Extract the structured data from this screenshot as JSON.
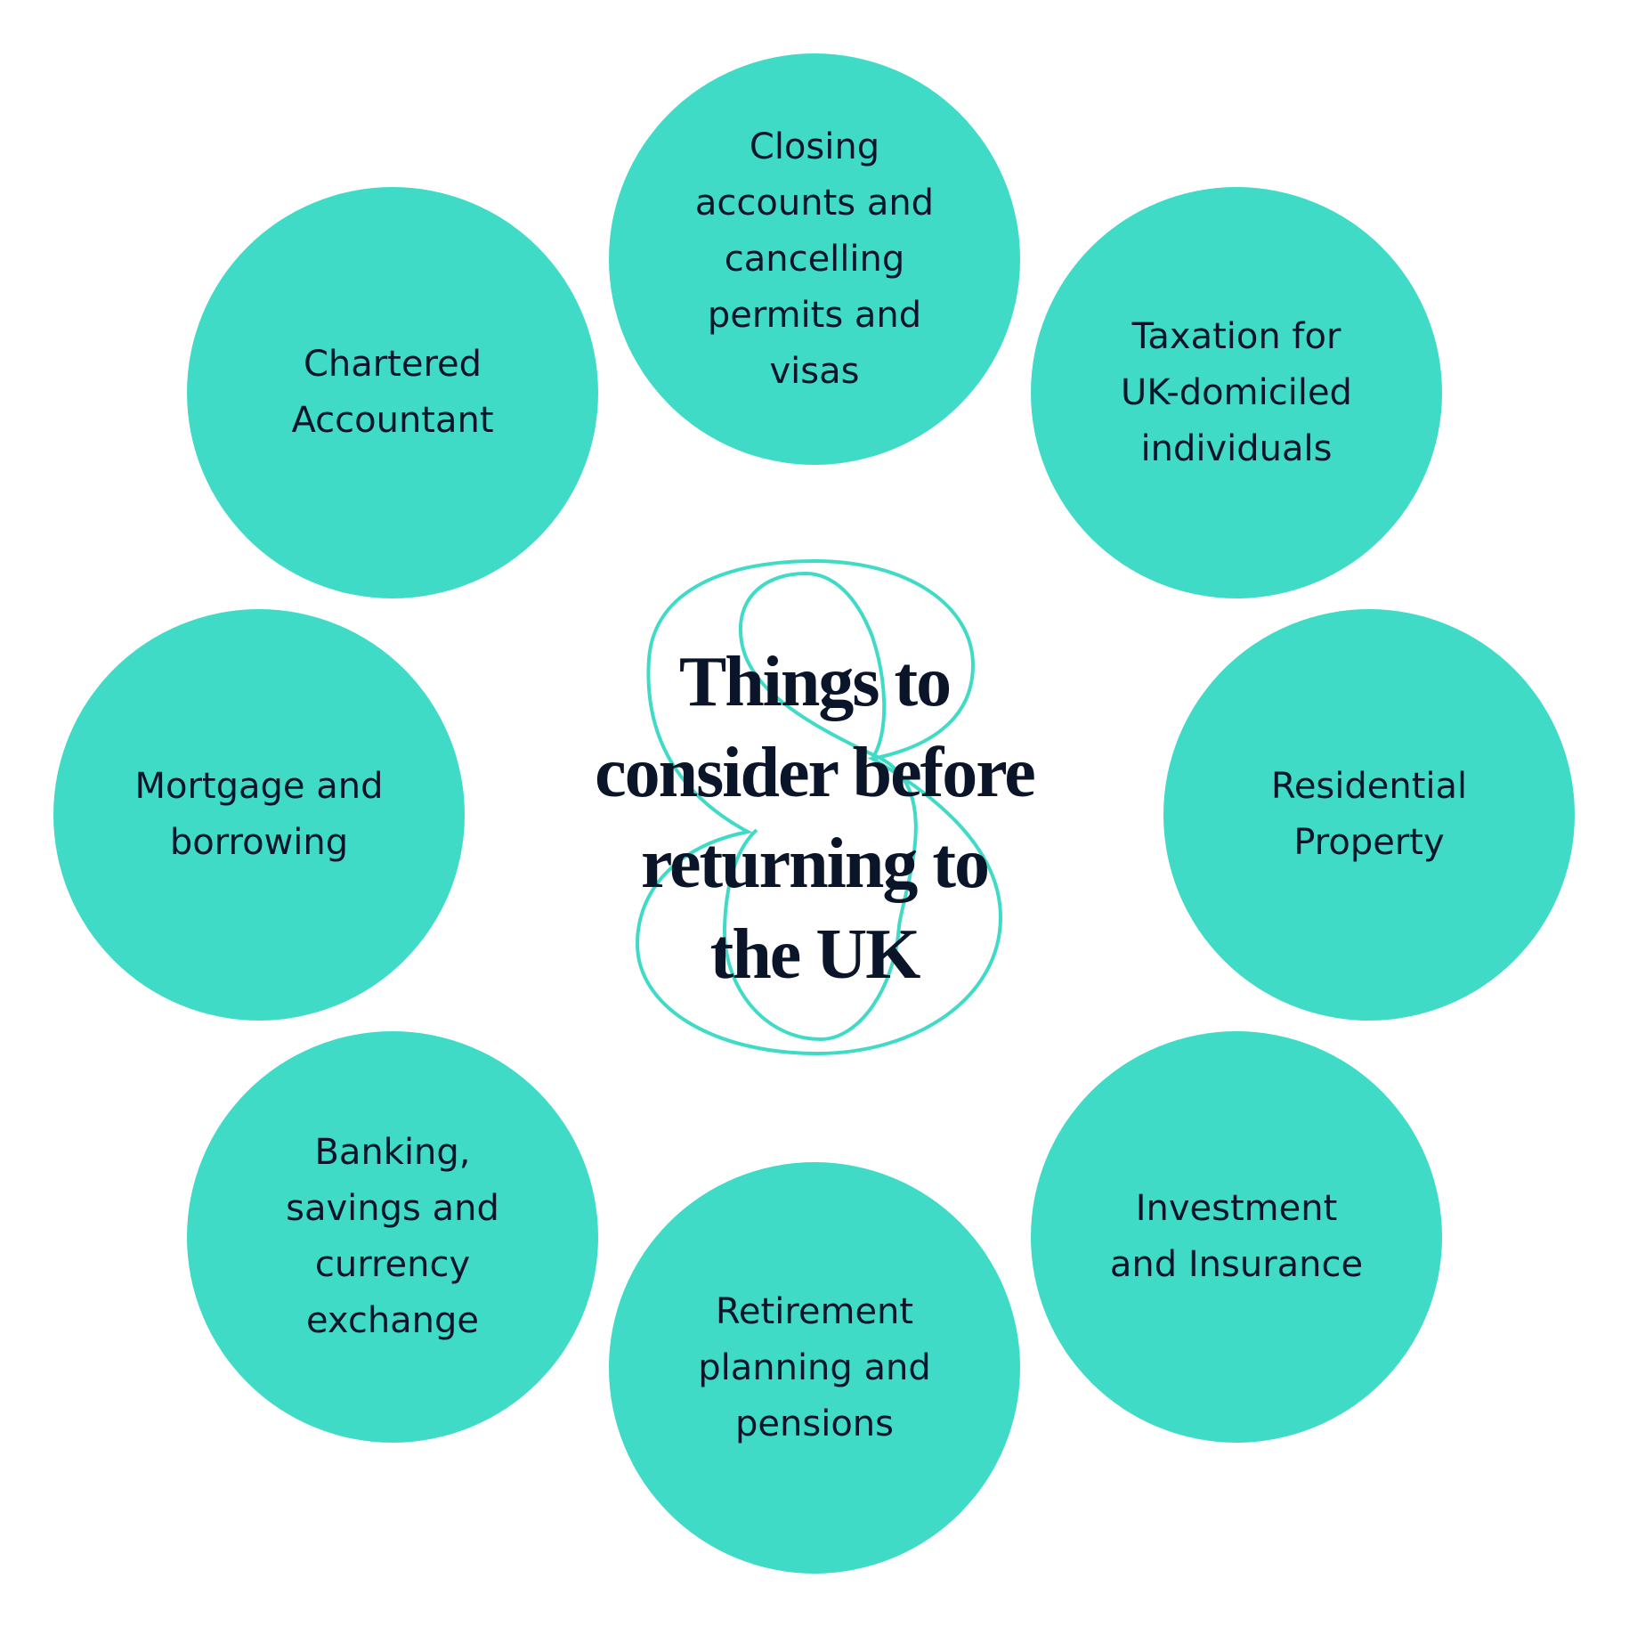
{
  "title": "Things to\nconsider before\nreturning to\nthe UK",
  "colors": {
    "circle": "#40DBC7",
    "text": "#0B1529"
  },
  "items": [
    {
      "label": "Closing\naccounts and\ncancelling\npermits and\nvisas"
    },
    {
      "label": "Taxation for\nUK-domiciled\nindividuals"
    },
    {
      "label": "Residential\nProperty"
    },
    {
      "label": "Investment\nand Insurance"
    },
    {
      "label": "Retirement\nplanning and\npensions"
    },
    {
      "label": "Banking,\nsavings and\ncurrency\nexchange"
    },
    {
      "label": "Mortgage and\nborrowing"
    },
    {
      "label": "Chartered\nAccountant"
    }
  ]
}
